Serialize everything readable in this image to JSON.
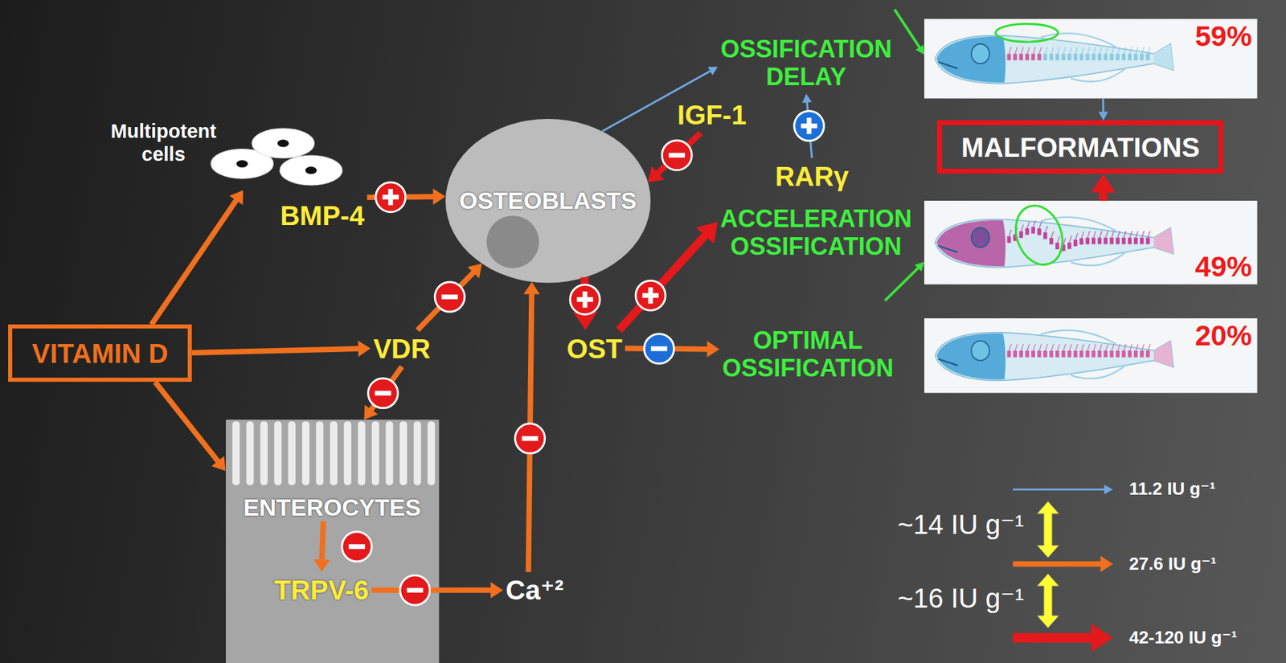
{
  "diagram": {
    "nodes": [
      {
        "text": [
          "VITAMIN D"
        ]
      },
      {
        "text": [
          "Multipotent cells"
        ]
      },
      {
        "text": [
          "BMP-4"
        ]
      },
      {
        "text": [
          "OSTEOBLASTS"
        ]
      },
      {
        "text": [
          "IGF-1"
        ]
      },
      {
        "text": [
          "OSSIFICATION DELAY"
        ]
      },
      {
        "text": [
          "RARγ"
        ]
      },
      {
        "text": [
          "59%"
        ]
      },
      {
        "text": [
          "MALFORMATIONS"
        ]
      },
      {
        "text": [
          "ACCELERATION OSSIFICATION"
        ]
      },
      {
        "text": [
          "49%"
        ]
      },
      {
        "text": [
          "VDR"
        ]
      },
      {
        "text": [
          "OST"
        ]
      },
      {
        "text": [
          "OPTIMAL OSSIFICATION"
        ]
      },
      {
        "text": [
          "20%"
        ]
      },
      {
        "text": [
          "ENTEROCYTES"
        ]
      },
      {
        "text": [
          "TRPV-6"
        ],
        "in": 15
      },
      {
        "text": [
          "Ca⁺²"
        ]
      }
    ],
    "edges": [
      {
        "from": 0,
        "to": 1,
        "arrow": "to"
      },
      {
        "from": 0,
        "to": 11,
        "arrow": "to"
      },
      {
        "from": 0,
        "to": 15,
        "arrow": "to"
      },
      {
        "from": 2,
        "to": 3,
        "arrow": "to"
      },
      {
        "from": 11,
        "to": 3,
        "arrow": "to"
      },
      {
        "from": 11,
        "to": 15,
        "arrow": "to"
      },
      {
        "from": 15,
        "to": 16,
        "arrow": "to"
      },
      {
        "from": 16,
        "to": 17,
        "arrow": "to"
      },
      {
        "from": 17,
        "to": 3,
        "arrow": "to"
      },
      {
        "from": 3,
        "to": 12,
        "arrow": "to"
      },
      {
        "from": 12,
        "to": 9,
        "arrow": "to"
      },
      {
        "from": 12,
        "to": 13,
        "arrow": "to"
      },
      {
        "from": 3,
        "to": 5,
        "arrow": "to"
      },
      {
        "from": 4,
        "to": 3,
        "arrow": "to"
      },
      {
        "from": 6,
        "to": 5,
        "arrow": "to"
      },
      {
        "from": 5,
        "to": 7,
        "arrow": "to"
      },
      {
        "from": 9,
        "to": 10,
        "arrow": "to"
      },
      {
        "from": 7,
        "to": 8,
        "arrow": "to"
      },
      {
        "from": 10,
        "to": 8,
        "arrow": "to"
      }
    ],
    "labels": [
      "~14 IU g⁻¹",
      "~16 IU g⁻¹"
    ],
    "legend": [
      {
        "text": "11.2 IU g⁻¹"
      },
      {
        "text": "27.6 IU g⁻¹"
      },
      {
        "text": "42-120 IU g⁻¹"
      }
    ]
  }
}
